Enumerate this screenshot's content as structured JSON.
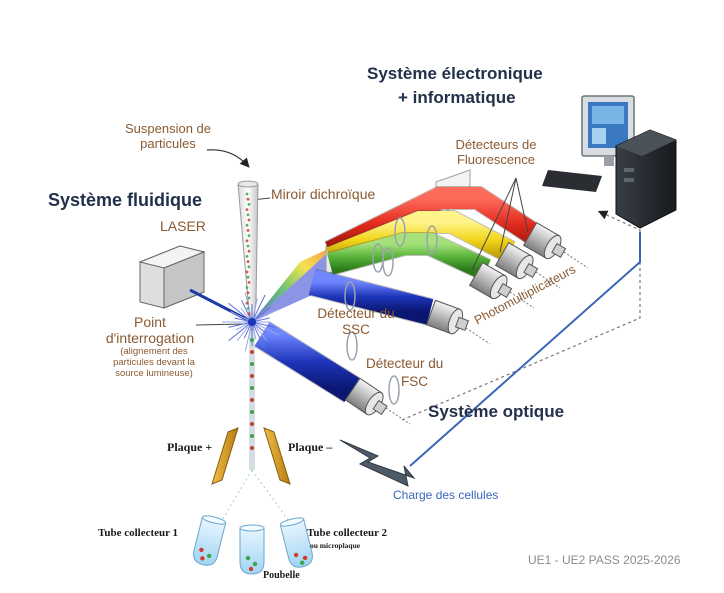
{
  "sections": {
    "electronic": "Système électronique",
    "informatic": "+ informatique",
    "fluidic": "Système fluidique",
    "optical": "Système optique"
  },
  "labels": {
    "suspension_1": "Suspension de",
    "suspension_2": "particules",
    "laser": "LASER",
    "mirror": "Miroir dichroïque",
    "fluo_1": "Détecteurs de",
    "fluo_2": "Fluorescence",
    "point_1": "Point",
    "point_2": "d'interrogation",
    "point_note_1": "(alignement des",
    "point_note_2": "particules devant  la",
    "point_note_3": "source lumineuse)",
    "ssc_1": "Détecteur du",
    "ssc_2": "SSC",
    "fsc_1": "Détecteur du",
    "fsc_2": "FSC",
    "photomult": "Photomultiplicateurs",
    "plate_plus": "Plaque +",
    "plate_minus": "Plaque –",
    "charge": "Charge des cellules",
    "tube1": "Tube collecteur 1",
    "tube2": "Tube collecteur 2",
    "tube2_note": "ou microplaque",
    "waste": "Poubelle"
  },
  "footer": "UE1 - UE2 PASS 2025-2026",
  "colors": {
    "heading": "#23304a",
    "label": "#8a5a32",
    "blue_line": "#3a66b8",
    "beam_red": "#e0281c",
    "beam_yellow": "#f1d51a",
    "beam_green": "#58b33a",
    "beam_blue": "#1c34b8",
    "plate": "#d9a01c"
  }
}
